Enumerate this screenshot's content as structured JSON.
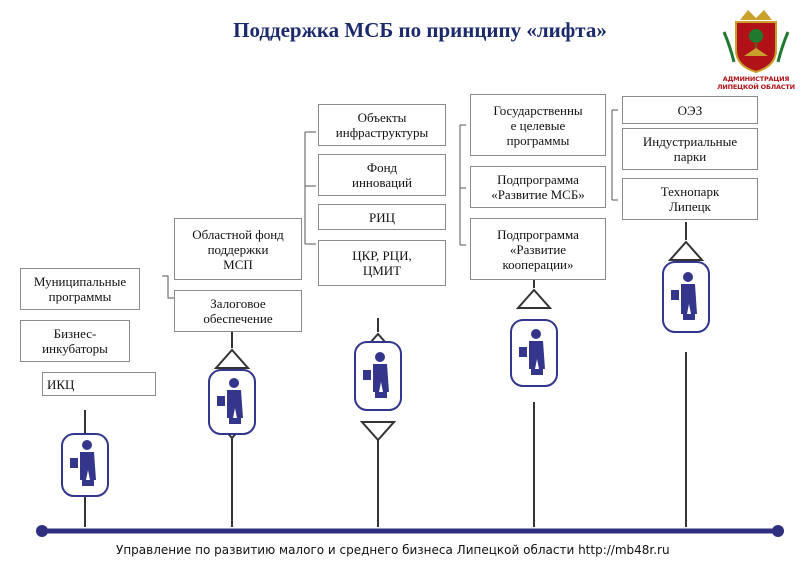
{
  "title": "Поддержка МСБ по принципу «лифта»",
  "emblem": {
    "label_line1": "АДМИНИСТРАЦИЯ",
    "label_line2": "ЛИПЕЦКОЙ ОБЛАСТИ"
  },
  "boxes": {
    "ikc": "ИКЦ",
    "municipal": "Муниципальные\nпрограммы",
    "incubators": "Бизнес-\nинкубаторы",
    "regional_fund": "Областной фонд\nподдержки\nМСП",
    "collateral": "Залоговое\nобеспечение",
    "infrastructure": "Объекты\nинфраструктуры",
    "innovation_fund": "Фонд\nинноваций",
    "ric": "РИЦ",
    "ckr": "ЦКР, РЦИ,\nЦМИТ",
    "state_programs": "Государственны\nе целевые\nпрограммы",
    "subprogram_msb": "Подпрограмма\n«Развитие МСБ»",
    "subprogram_coop": "Подпрограмма\n«Развитие\nкооперации»",
    "oez": "ОЭЗ",
    "industrial_parks": "Индустриальные\nпарки",
    "technopark": "Технопарк\nЛипецк"
  },
  "footer": "Управление по развитию малого и среднего бизнеса Липецкой области http://mb48r.ru",
  "colors": {
    "title": "#1b2a6b",
    "timeline": "#2e2f7f",
    "elevator": "#34368c",
    "emblem_red": "#b01218"
  },
  "icons": [
    "elevator-car-icon",
    "businessman-icon",
    "up-arrow-icon",
    "down-arrow-icon",
    "coat-of-arms-icon"
  ]
}
